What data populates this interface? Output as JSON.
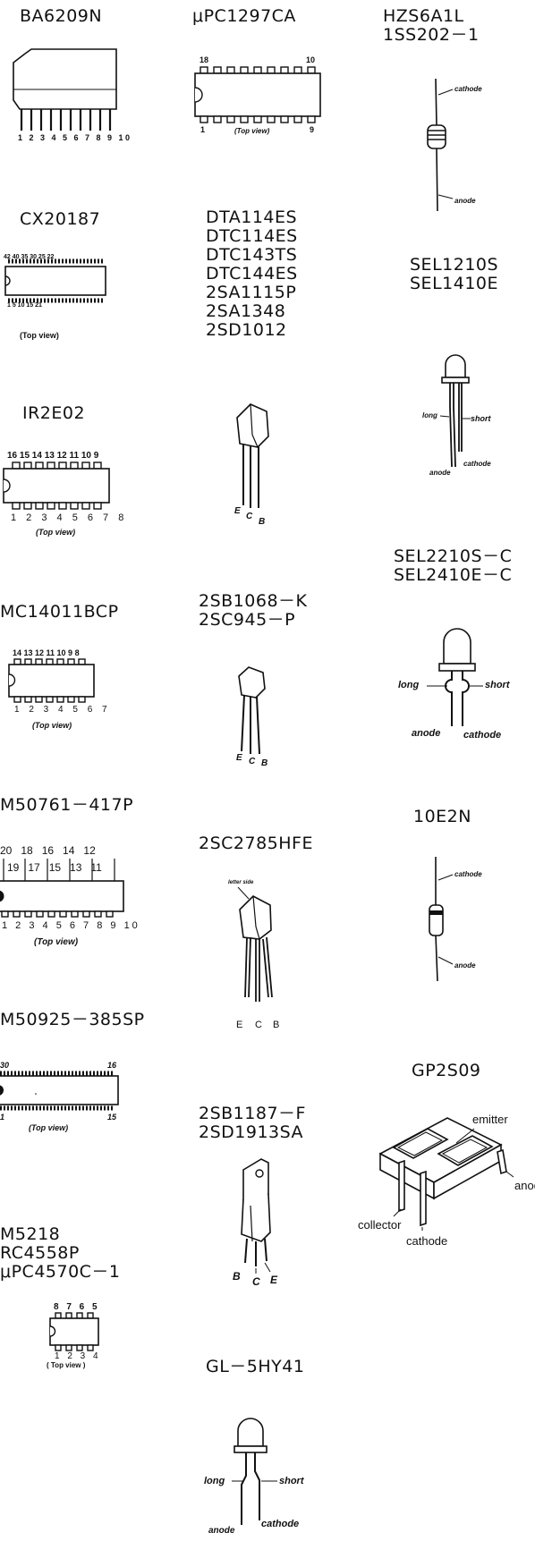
{
  "components": {
    "ba6209n": {
      "name": "BA6209N",
      "pins": "1 2 3 4 5 6 7 8 9 10"
    },
    "upc1297ca": {
      "name": "μPC1297CA",
      "pin_top_left": "18",
      "pin_top_right": "10",
      "pin_bottom_left": "1",
      "pin_bottom_right": "9",
      "view": "(Top view)"
    },
    "hzs6a1l": {
      "name_lines": "HZS6A1L\n1SS202－1",
      "cathode": "cathode",
      "anode": "anode"
    },
    "cx20187": {
      "name": "CX20187",
      "pins_top": "42 40   35   30   25  22",
      "pins_bottom": "1   5   10   15      21",
      "view": "(Top view)"
    },
    "transistor_group_a": {
      "name_lines": "DTA114ES\nDTC114ES\nDTC143TS\nDTC144ES\n2SA1115P\n2SA1348\n2SD1012",
      "pin_e": "E",
      "pin_c": "C",
      "pin_b": "B"
    },
    "sel1210s": {
      "name_lines": "SEL1210S\nSEL1410E",
      "long": "long",
      "short": "short",
      "cathode": "cathode",
      "anode": "anode"
    },
    "ir2e02": {
      "name": "IR2E02",
      "pins_top": "16 15 14 13 12 11 10 9",
      "pins_bottom": "1 2 3 4 5 6 7 8",
      "view": "(Top view)"
    },
    "sel2210s": {
      "name_lines": "SEL2210S－C\nSEL2410E－C",
      "long": "long",
      "short": "short",
      "anode": "anode",
      "cathode": "cathode"
    },
    "transistor_group_b": {
      "name_lines": "2SB1068－K\n2SC945－P",
      "pin_e": "E",
      "pin_c": "C",
      "pin_b": "B"
    },
    "mc14011bcp": {
      "name": "MC14011BCP",
      "pins_top": "14 13 12 11 10  9  8",
      "pins_bottom": "1 2 3 4 5 6 7",
      "view": "(Top view)"
    },
    "e10e2n": {
      "name": "10E2N",
      "cathode": "cathode",
      "anode": "anode"
    },
    "c2sc2785": {
      "name": "2SC2785HFE",
      "letter_side": "letter side",
      "pin_e": "E",
      "pin_c": "C",
      "pin_b": "B"
    },
    "m50761": {
      "name": "M50761－417P",
      "pins_top_a": "20   18   16   14   12",
      "pins_top_b": "19   17   15   13   11",
      "pins_bottom": "1 2 3 4 5 6 7 8 9 10",
      "view": "(Top view)"
    },
    "gp2s09": {
      "name": "GP2S09",
      "emitter": "emitter",
      "anode": "anode",
      "collector": "collector",
      "cathode": "cathode"
    },
    "m50925": {
      "name": "M50925－385SP",
      "pin_top_left": "30",
      "pin_top_right": "16",
      "pin_bottom_left": "1",
      "pin_bottom_right": "15",
      "view": "(Top view)"
    },
    "c2sb1187": {
      "name_lines": "2SB1187－F\n2SD1913SA",
      "pin_b": "B",
      "pin_c": "C",
      "pin_e": "E"
    },
    "m5218": {
      "name_lines": "M5218\nRC4558P\nμPC4570C－1",
      "pins_top": "8 7 6 5",
      "pins_bottom": "1 2 3 4",
      "view": "( Top view )"
    },
    "gl5hy41": {
      "name": "GL－5HY41",
      "long": "long",
      "short": "short",
      "anode": "anode",
      "cathode": "cathode"
    }
  }
}
